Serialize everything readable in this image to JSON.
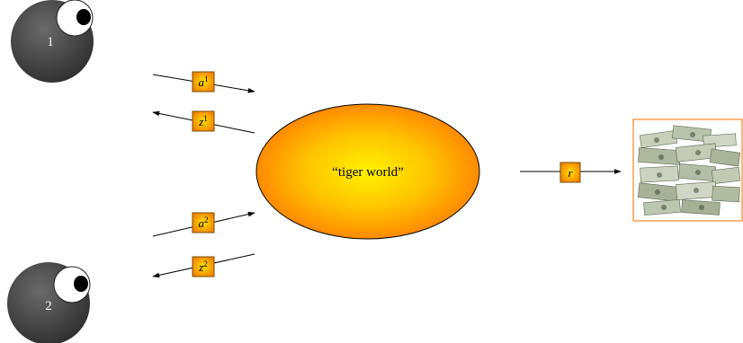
{
  "world": {
    "label": "“tiger world”"
  },
  "agents": [
    {
      "label": "1"
    },
    {
      "label": "2"
    }
  ],
  "signals": {
    "a1": {
      "var": "a",
      "sup": "1"
    },
    "z1": {
      "var": "z",
      "sup": "1"
    },
    "a2": {
      "var": "a",
      "sup": "2"
    },
    "z2": {
      "var": "z",
      "sup": "2"
    },
    "r": {
      "var": "r",
      "sup": ""
    }
  },
  "reward": {
    "icon": "money-pile-icon"
  },
  "colors": {
    "agent_fill": "#444444",
    "world_center": "#ffe800",
    "world_edge": "#ff9400",
    "box_center": "#ffd200",
    "box_edge": "#f08000",
    "reward_frame": "#f5a050"
  }
}
